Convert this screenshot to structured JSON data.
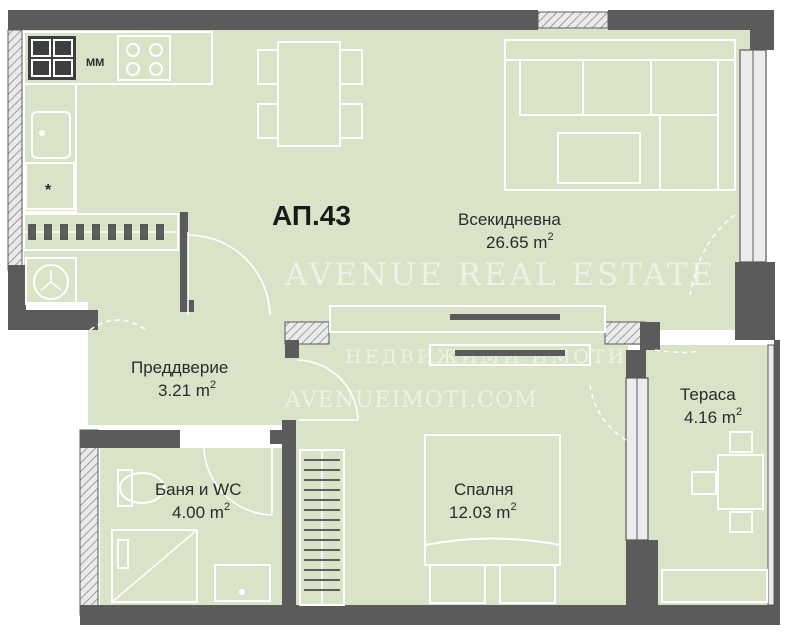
{
  "apartment": {
    "title": "АП.43"
  },
  "rooms": [
    {
      "id": "living",
      "name": "Всекидневна",
      "area": "26.65 m",
      "sup": "2"
    },
    {
      "id": "hall",
      "name": "Преддверие",
      "area": "3.21 m",
      "sup": "2"
    },
    {
      "id": "bath",
      "name": "Баня и WC",
      "area": "4.00 m",
      "sup": "2"
    },
    {
      "id": "bedroom",
      "name": "Спалня",
      "area": "12.03 m",
      "sup": "2"
    },
    {
      "id": "terrace",
      "name": "Тераса",
      "area": "4.16 m",
      "sup": "2"
    }
  ],
  "appliance_labels": {
    "dishwasher": "ММ",
    "fridge": "*"
  },
  "watermark": {
    "line1": "AVENUE REAL ESTATE",
    "line2": "НЕДВИЖИМИ ИМОТИ",
    "line3": "AVENUEIMOTI.COM"
  },
  "colors": {
    "floor": "#d9e3c8",
    "wall": "#5b5b5b",
    "fixture_line": "#ffffff"
  }
}
